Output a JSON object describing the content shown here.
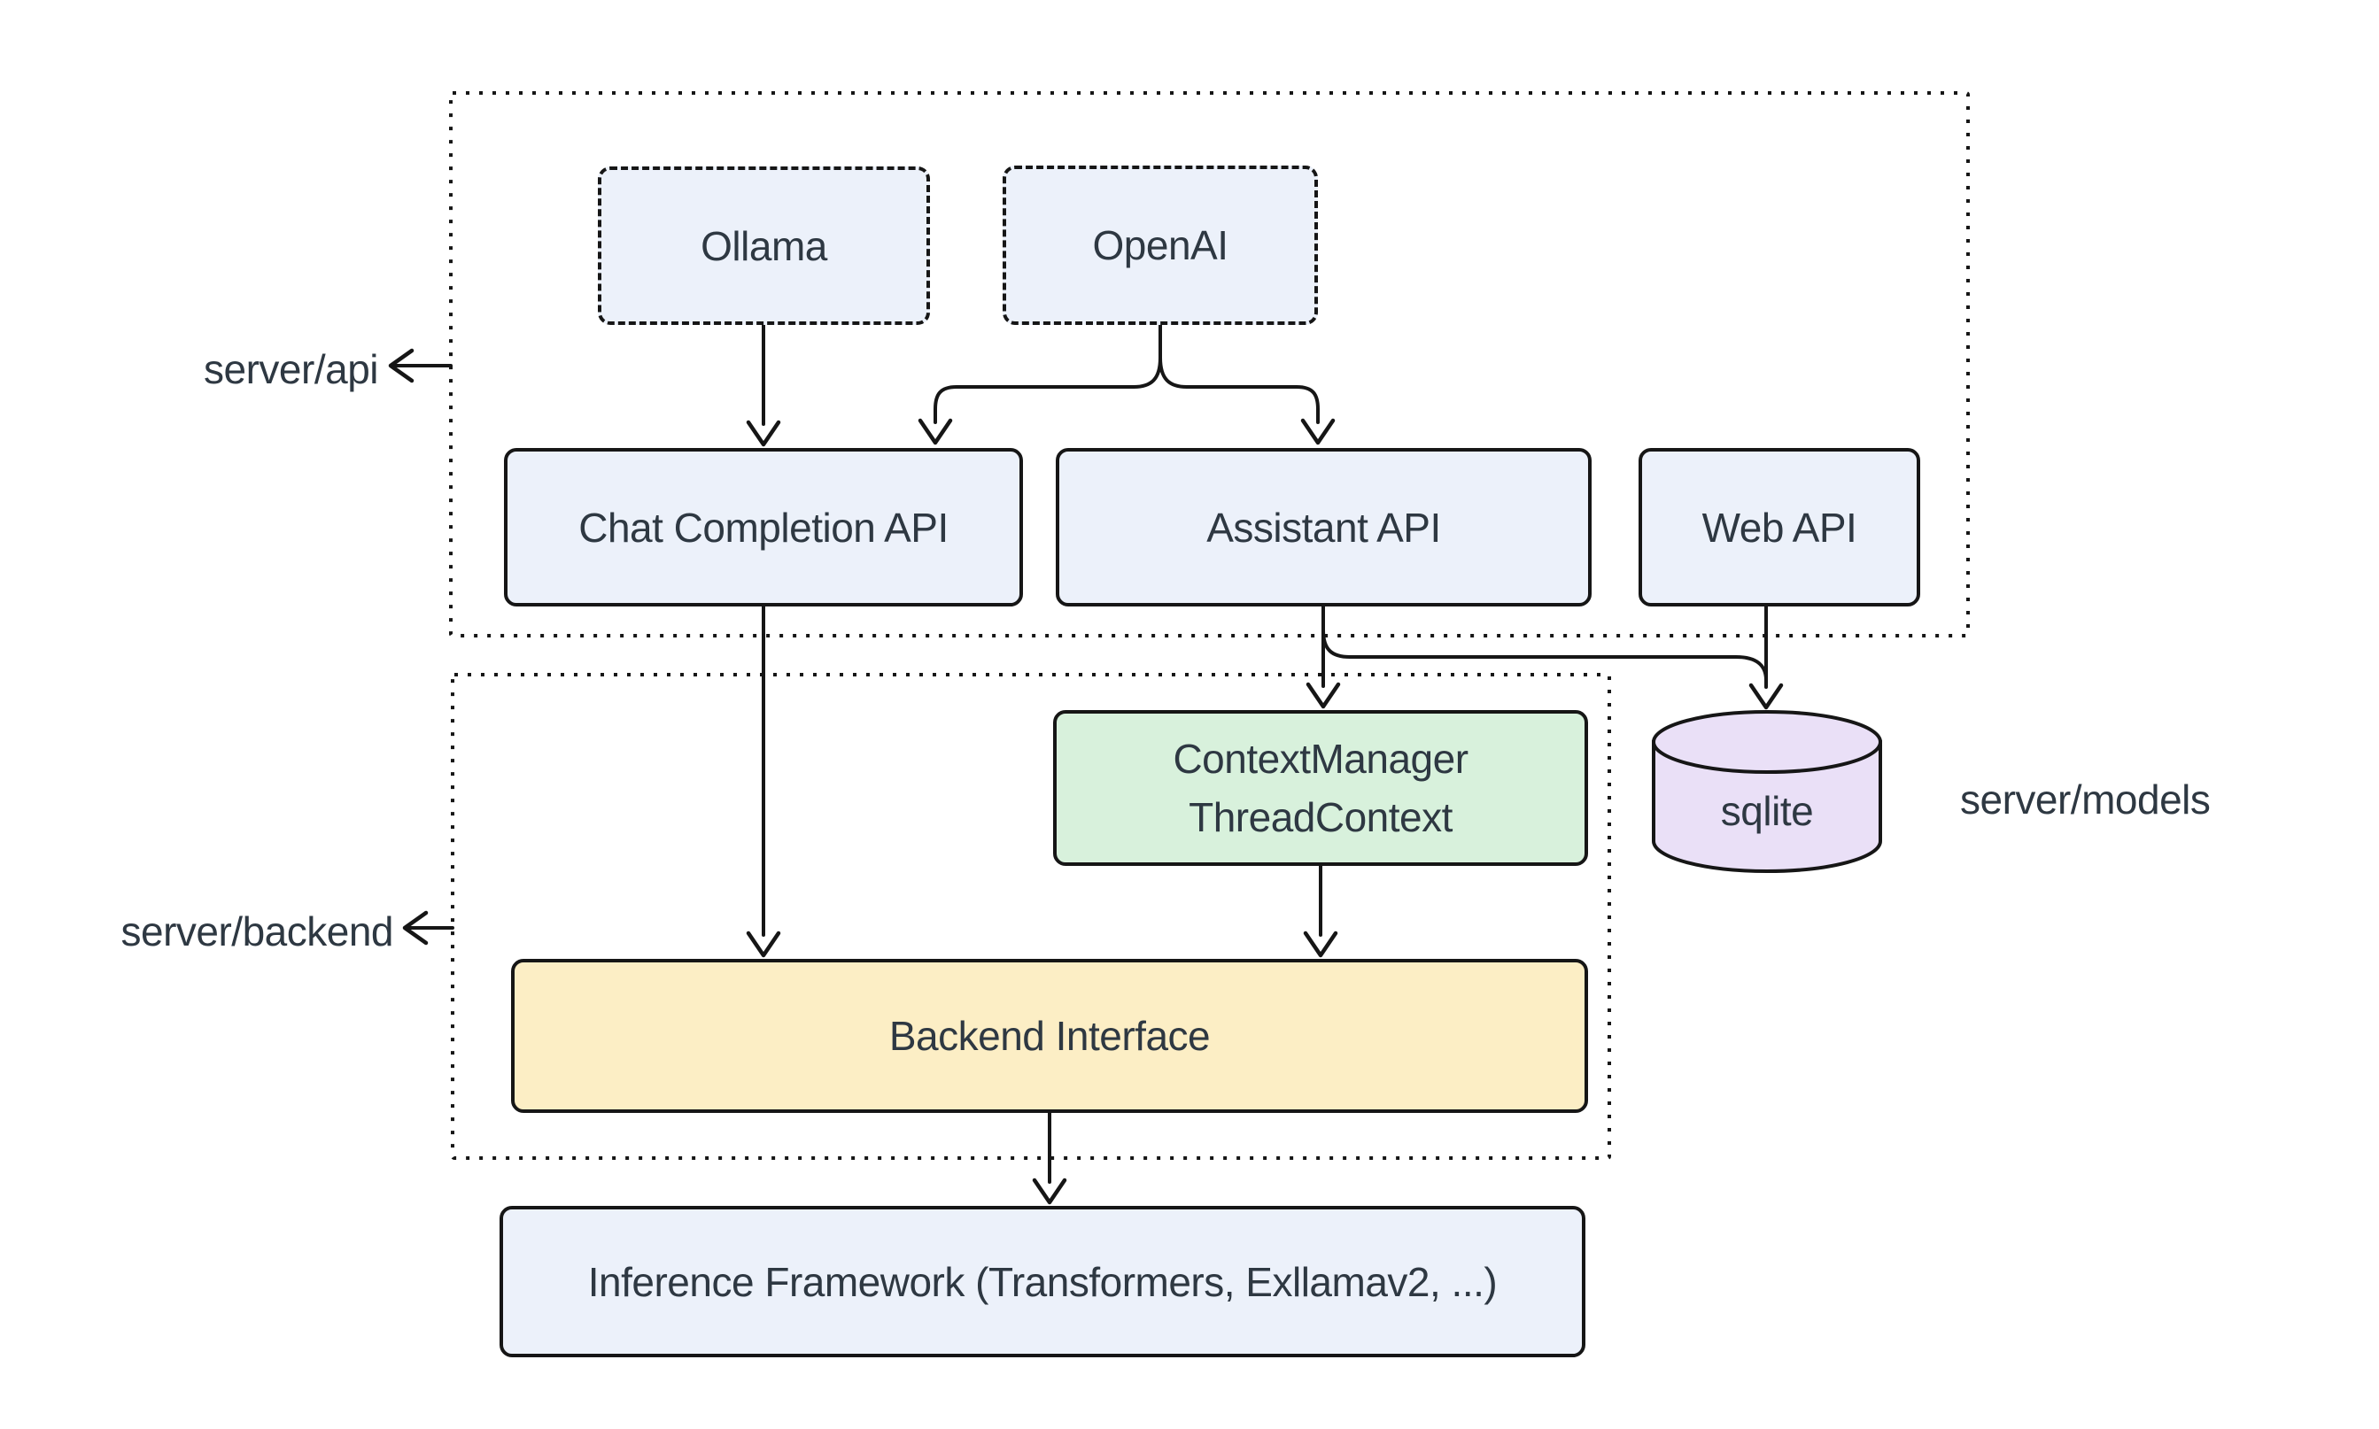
{
  "diagram": {
    "type": "architecture-flowchart",
    "groups": {
      "api": {
        "label": "server/api"
      },
      "backend": {
        "label": "server/backend"
      },
      "models": {
        "label": "server/models"
      }
    },
    "nodes": {
      "ollama": {
        "label": "Ollama",
        "border": "dashed"
      },
      "openai": {
        "label": "OpenAI",
        "border": "dashed"
      },
      "chat_completion_api": {
        "label": "Chat Completion API"
      },
      "assistant_api": {
        "label": "Assistant API"
      },
      "web_api": {
        "label": "Web API"
      },
      "context_manager": {
        "label_line1": "ContextManager",
        "label_line2": "ThreadContext"
      },
      "backend_interface": {
        "label": "Backend Interface"
      },
      "sqlite": {
        "label": "sqlite",
        "shape": "cylinder"
      },
      "inference_framework": {
        "label": "Inference Framework (Transformers, Exllamav2, ...)"
      }
    },
    "edges": [
      {
        "from": "ollama",
        "to": "chat_completion_api"
      },
      {
        "from": "openai",
        "to": "chat_completion_api"
      },
      {
        "from": "openai",
        "to": "assistant_api"
      },
      {
        "from": "chat_completion_api",
        "to": "backend_interface"
      },
      {
        "from": "assistant_api",
        "to": "context_manager"
      },
      {
        "from": "assistant_api",
        "to": "sqlite"
      },
      {
        "from": "web_api",
        "to": "sqlite"
      },
      {
        "from": "context_manager",
        "to": "backend_interface"
      },
      {
        "from": "backend_interface",
        "to": "inference_framework"
      }
    ]
  },
  "colors": {
    "node_blue": "#ECF1FA",
    "node_green": "#D8F1DC",
    "node_yellow": "#FCEEC5",
    "node_purple": "#EAE0F7",
    "stroke": "#161616",
    "text": "#2E3842",
    "background": "#FFFFFF"
  }
}
